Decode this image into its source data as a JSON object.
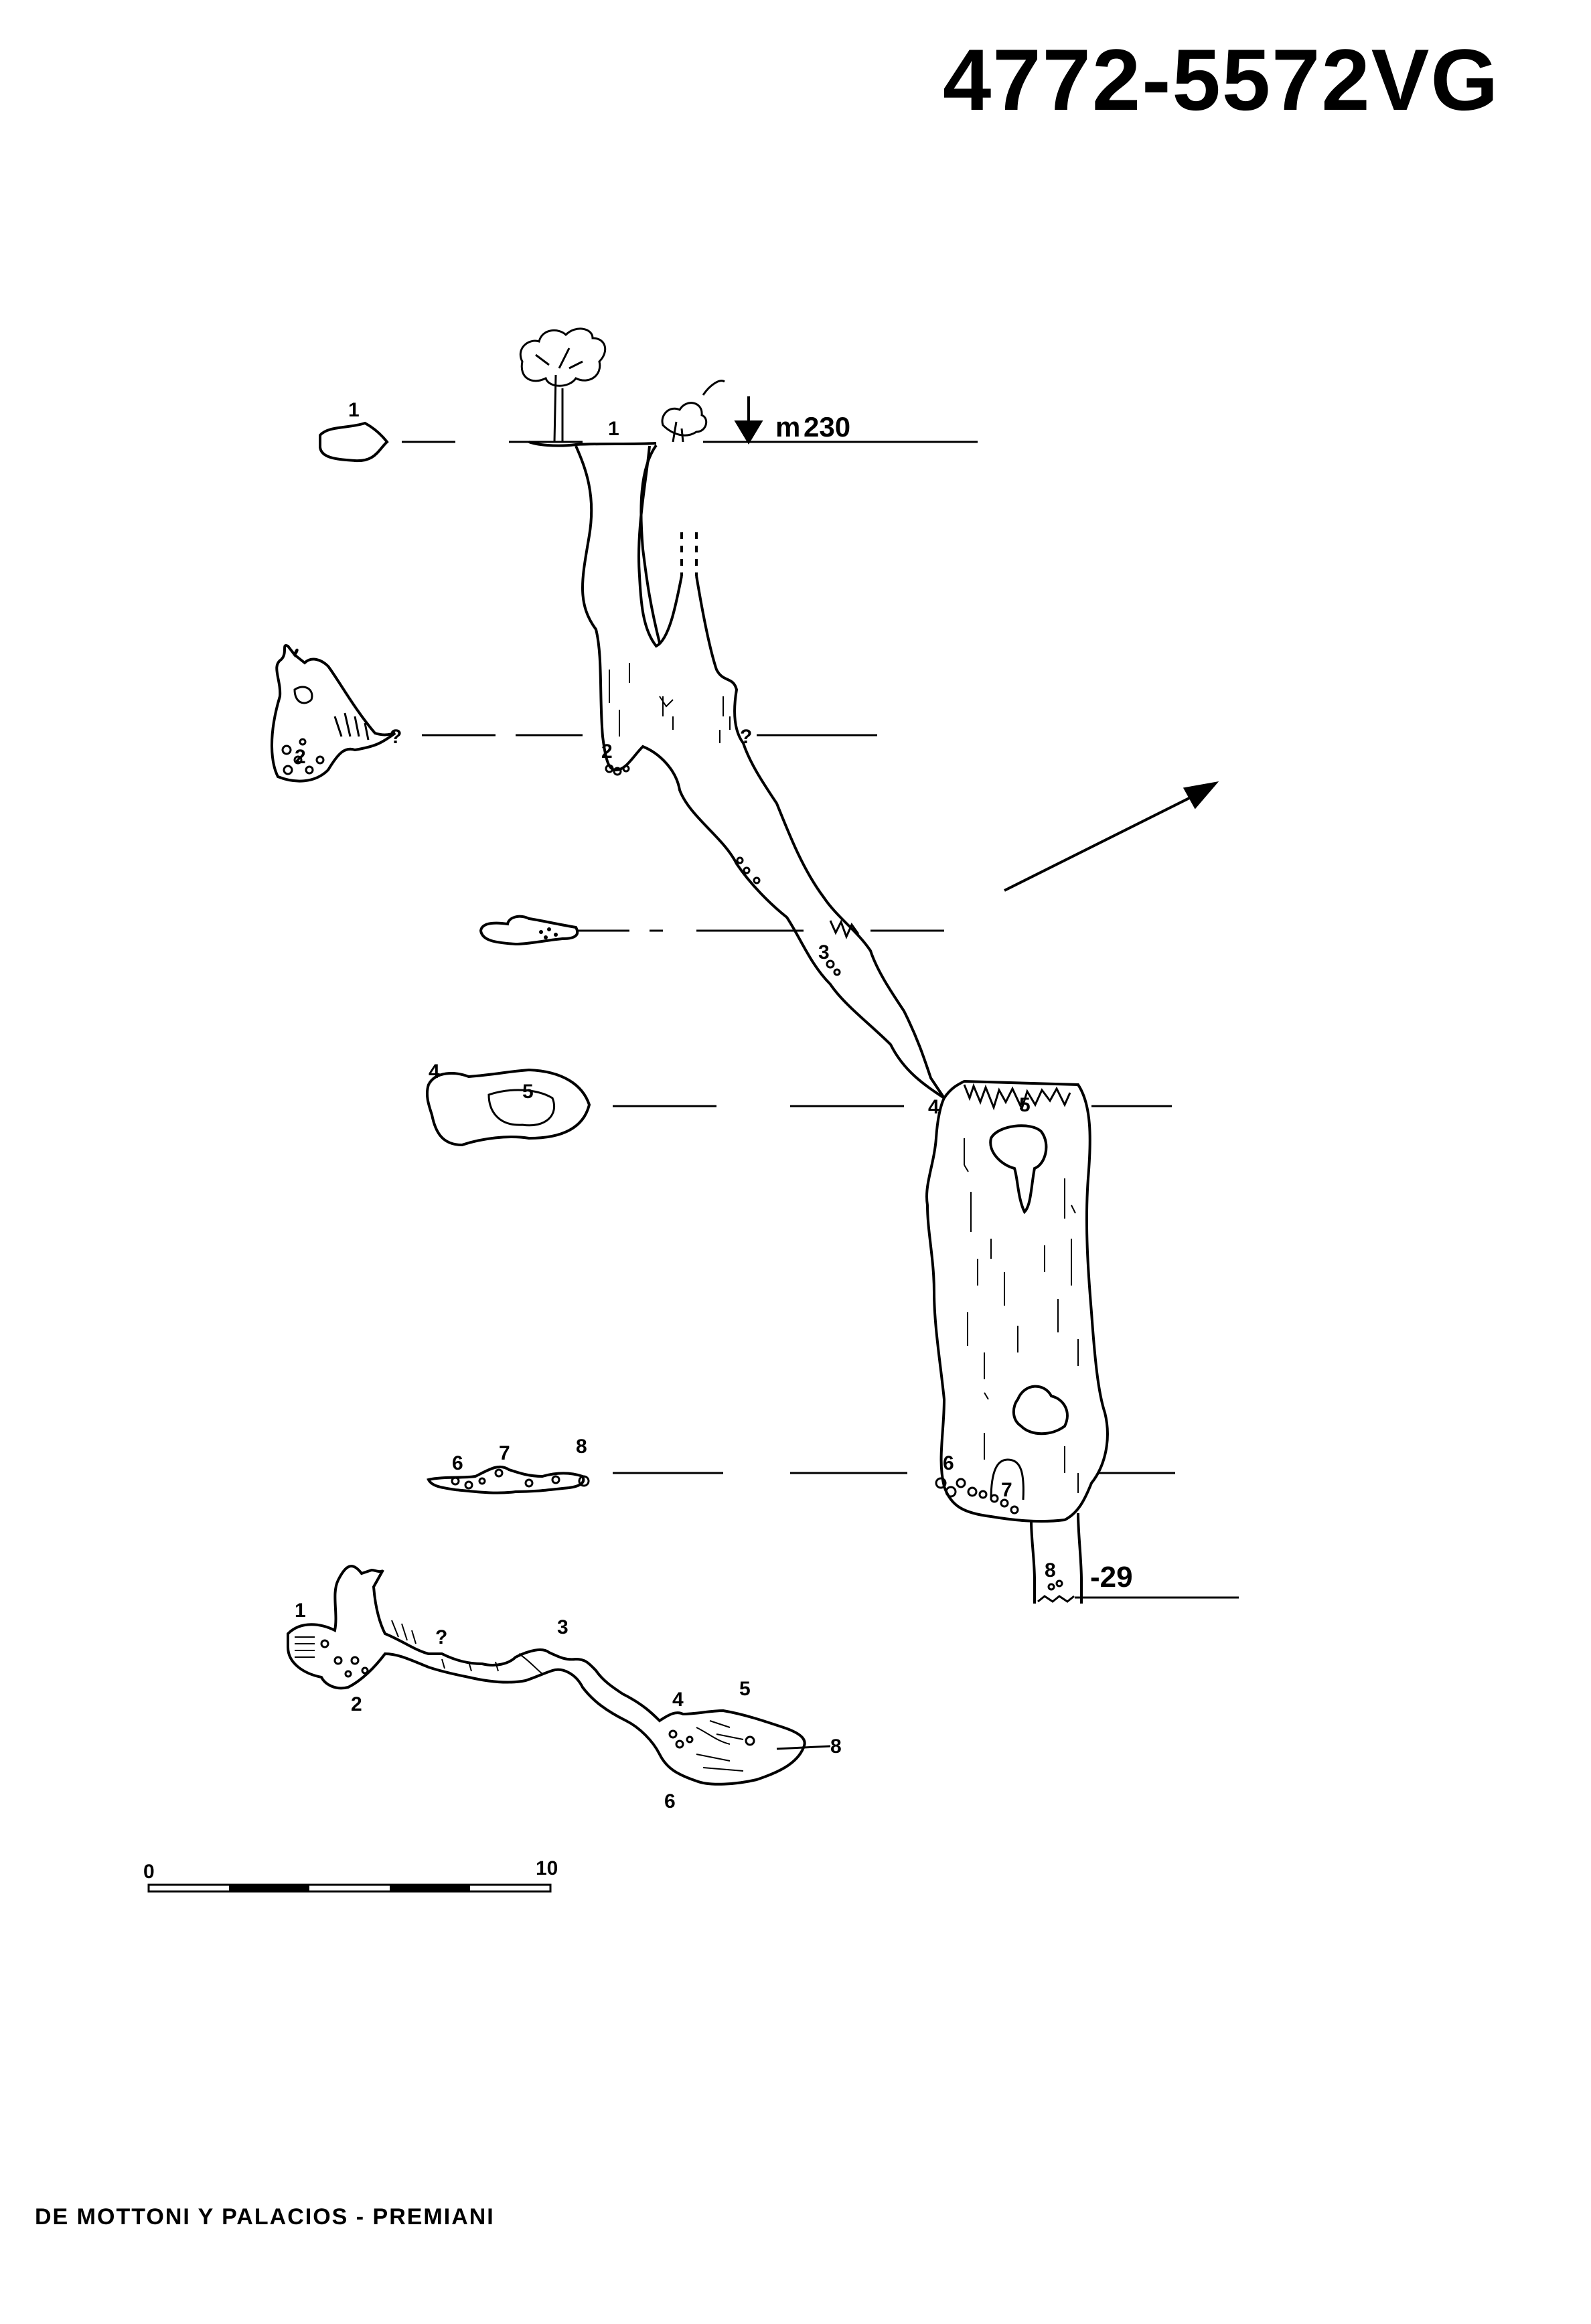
{
  "title": "4772-5572VG",
  "credit": "DE MOTTONI Y PALACIOS - PREMIANI",
  "elevation": {
    "prefix": "m",
    "value": "230"
  },
  "depth_label": "-29",
  "scale_bar": {
    "start": "0",
    "end": "10"
  },
  "question_mark": "?",
  "section_labels": {
    "s1": "1",
    "s2": "2",
    "s4": "4",
    "s5": "5",
    "s6": "6",
    "s7": "7",
    "s8": "8"
  },
  "profile_labels": {
    "p1": "1",
    "p2": "2",
    "p3": "3",
    "p4": "4",
    "p5": "5",
    "p6": "6",
    "p7": "7",
    "p8": "8"
  },
  "plan_labels": {
    "n1": "1",
    "n2": "2",
    "n3": "3",
    "n4": "4",
    "n5": "5",
    "n6": "6",
    "n8": "8"
  }
}
